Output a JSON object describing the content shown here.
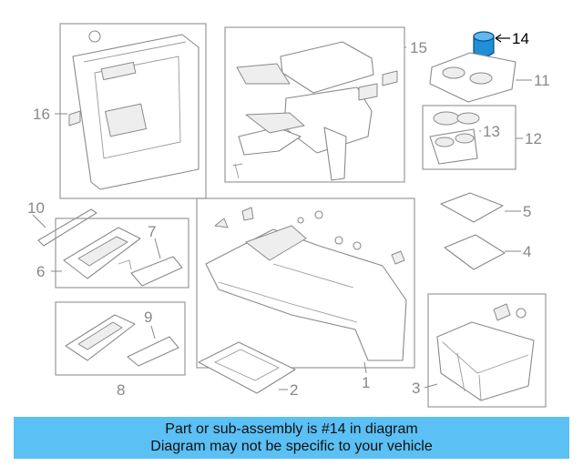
{
  "callouts": {
    "c1": "1",
    "c2": "2",
    "c3": "3",
    "c4": "4",
    "c5": "5",
    "c6": "6",
    "c7": "7",
    "c8": "8",
    "c9": "9",
    "c10": "10",
    "c11": "11",
    "c12": "12",
    "c13": "13",
    "c14": "14",
    "c15": "15",
    "c16": "16"
  },
  "highlight": {
    "part": "14",
    "color": "#1e8fd8"
  },
  "banner": {
    "line1": "Part or sub-assembly is #14 in diagram",
    "line2": "Diagram may not be specific to your vehicle",
    "color": "#5bc0f4"
  }
}
